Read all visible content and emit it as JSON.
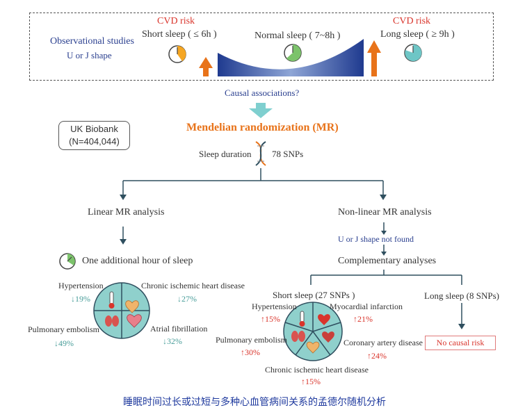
{
  "observational": {
    "title": "Observational studies",
    "subtitle": "U or J shape",
    "cvd_risk_left": "CVD  risk",
    "cvd_risk_right": "CVD  risk",
    "short_sleep": "Short sleep ( ≤ 6h )",
    "normal_sleep": "Normal sleep ( 7~8h )",
    "long_sleep": "Long sleep ( ≥ 9h )"
  },
  "causal_question": "Causal associations?",
  "mr_title": "Mendelian  randomization (MR)",
  "biobank": {
    "line1": "UK Biobank",
    "line2": "(N=404,044)"
  },
  "sleep_duration": "Sleep duration",
  "snps": "78 SNPs",
  "linear": {
    "title": "Linear MR analysis",
    "additional_hour": "One  additional hour of sleep",
    "hypertension": "Hypertension",
    "hypertension_pct": "↓19%",
    "chd": "Chronic ischemic heart disease",
    "chd_pct": "↓27%",
    "pe": "Pulmonary embolism",
    "pe_pct": "↓49%",
    "af": "Atrial fibrillation",
    "af_pct": "↓32%"
  },
  "nonlinear": {
    "title": "Non-linear MR analysis",
    "not_found": "U or J shape not found",
    "complementary": "Complementary analyses",
    "short_sleep": "Short sleep (27 SNPs )",
    "long_sleep": "Long sleep (8 SNPs)",
    "hypertension": "Hypertension",
    "hypertension_pct": "↑15%",
    "mi": "Myocardial infarction",
    "mi_pct": "↑21%",
    "pe": "Pulmonary embolism",
    "pe_pct": "↑30%",
    "cad": "Coronary artery disease",
    "cad_pct": "↑24%",
    "chd": "Chronic ischemic heart disease",
    "chd_pct": "↑15%",
    "no_causal": "No causal risk"
  },
  "caption": "睡眠时间过长或过短与多种心血管病间关系的孟德尔随机分析",
  "colors": {
    "curve_blue": "#1f3a8f",
    "arrow_orange": "#e8731a",
    "teal_arrow": "#7fcfcf",
    "clock_orange": "#f5a623",
    "clock_green": "#7cc36b",
    "clock_teal": "#6ec6c6",
    "pie_teal": "#8fd0cc",
    "line_dark": "#2f4f5f"
  }
}
